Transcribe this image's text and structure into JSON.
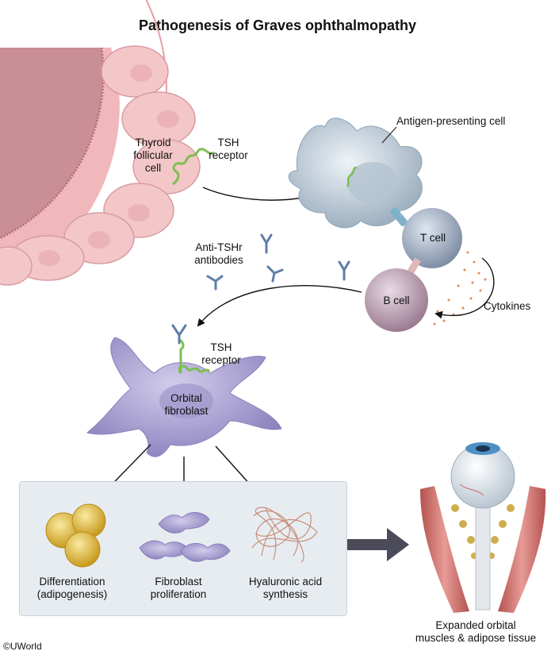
{
  "title": "Pathogenesis of Graves ophthalmopathy",
  "labels": {
    "thyroid_cell": [
      "Thyroid",
      "follicular",
      "cell"
    ],
    "tsh_receptor_top": [
      "TSH",
      "receptor"
    ],
    "apc": "Antigen-presenting cell",
    "t_cell": "T cell",
    "b_cell": "B cell",
    "cytokines": "Cytokines",
    "antibodies": [
      "Anti-TSHr",
      "antibodies"
    ],
    "tsh_receptor_fibro": [
      "TSH",
      "receptor"
    ],
    "fibroblast": [
      "Orbital",
      "fibroblast"
    ],
    "differentiation": [
      "Differentiation",
      "(adipogenesis)"
    ],
    "proliferation": [
      "Fibroblast",
      "proliferation"
    ],
    "hyaluronic": [
      "Hyaluronic acid",
      "synthesis"
    ],
    "expanded": [
      "Expanded orbital",
      "muscles & adipose tissue"
    ],
    "copyright": "©UWorld"
  },
  "colors": {
    "thyroid": "#f2c3c3",
    "colloid": "#c98e96",
    "apc": "#c9d6e0",
    "tcell": "#aab7c9",
    "bcell": "#c3a9bb",
    "fibroblast": "#a9a1cf",
    "receptor": "#7cbf4f",
    "antibody": "#5f7fa7",
    "adipocyte": "#e7c33c",
    "muscle": "#d97b78",
    "arrow": "#4b4a59"
  }
}
